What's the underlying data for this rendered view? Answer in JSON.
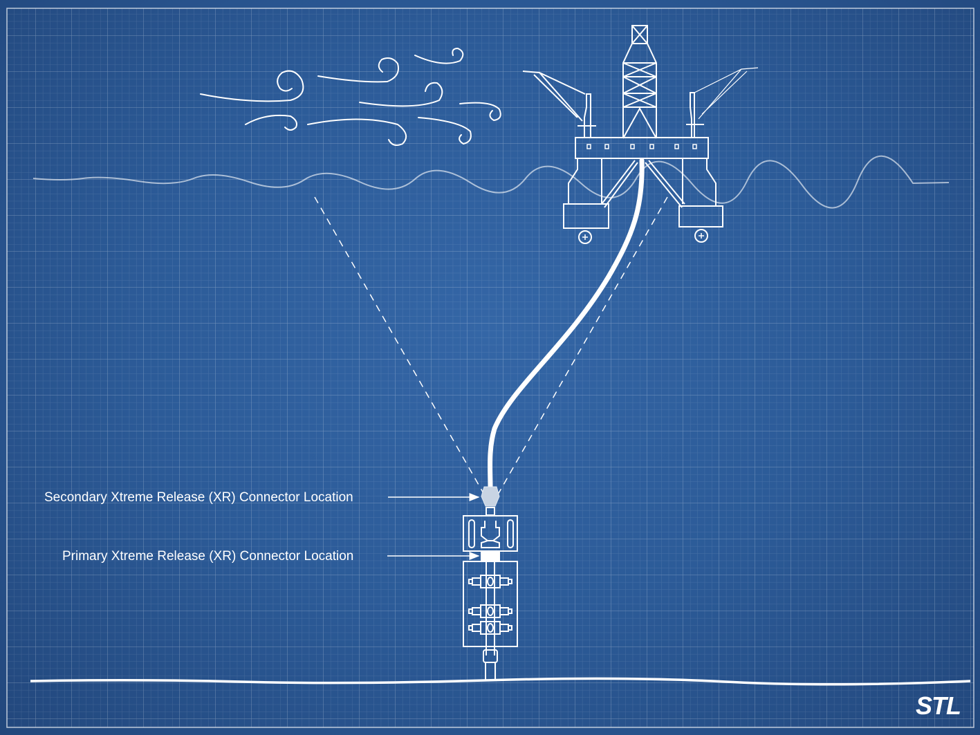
{
  "labels": {
    "secondary": "Secondary Xtreme Release (XR) Connector Location",
    "primary": "Primary Xtreme Release (XR) Connector Location"
  },
  "logo": "STL",
  "colors": {
    "background": "#2c5b98",
    "lines": "#ffffff"
  }
}
